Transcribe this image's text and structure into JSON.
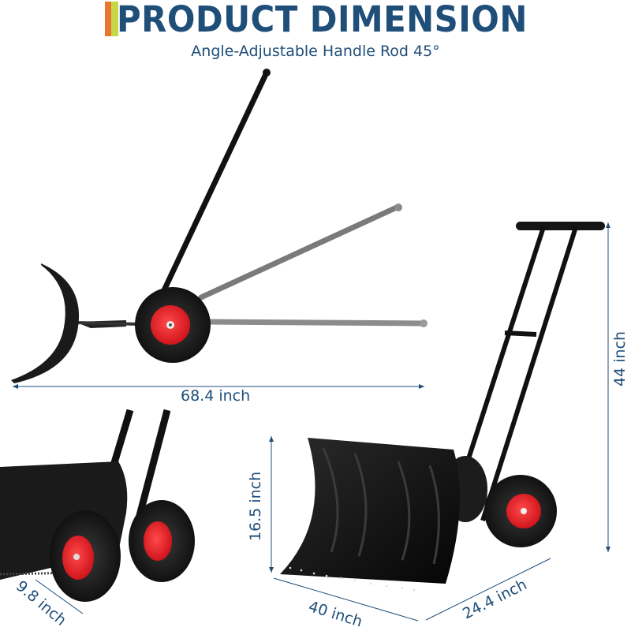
{
  "header": {
    "title": "PRODUCT DIMENSION",
    "subtitle": "Angle-Adjustable Handle Rod  45°",
    "accent_colors": {
      "orange": "#E8762C",
      "lime": "#C6D84A",
      "title_blue": "#1F4E79"
    }
  },
  "dimensions": {
    "overall_length": "68.4 inch",
    "height": "44 inch",
    "blade_height": "16.5 inch",
    "blade_width": "40 inch",
    "depth": "24.4 inch",
    "wheel_diameter": "9.8 inch"
  },
  "illustrations": [
    {
      "name": "side-view-adjustable-handle",
      "description": "Snow shovel side view with handle at three angles"
    },
    {
      "name": "rear-wheel-closeup",
      "description": "Close-up of wheels and blade"
    },
    {
      "name": "front-perspective-view",
      "description": "Full snow shovel with wheels perspective view"
    }
  ],
  "colors": {
    "wheel_hub": "#E8232A",
    "body": "#111111",
    "ghost_handle": "#7a7a7a"
  }
}
